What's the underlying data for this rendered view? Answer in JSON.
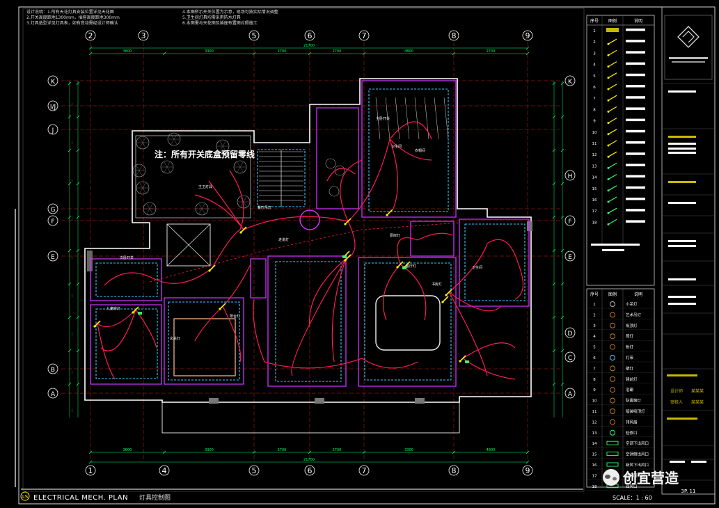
{
  "notes_left": [
    "设计说明：1.所有天花灯具安装位置详见天花图",
    "2.开关高度距地1300mm，插座高度距地300mm",
    "3.灯具选型详见灯具表，如有变动需经设计师确认"
  ],
  "notes_right": [
    "4.本图所示开关位置为示意，现场可按实际情况调整",
    "5.卫生间灯具均需采用防水灯具",
    "6.本图需与天花图及插座布置图对照施工"
  ],
  "grid_top": [
    "2",
    "3",
    "5",
    "6",
    "7",
    "8",
    "9"
  ],
  "grid_bottom": [
    "1",
    "4",
    "5",
    "6",
    "7",
    "8",
    "9"
  ],
  "grid_left": [
    "K",
    "I/J",
    "J",
    "G",
    "F",
    "E",
    "B",
    "A"
  ],
  "grid_right": [
    "K",
    "H",
    "F",
    "E",
    "D",
    "C",
    "A"
  ],
  "dims_top": [
    "3600",
    "3300",
    "2700",
    "2700",
    "4800",
    "2700"
  ],
  "dims_bottom": [
    "3600",
    "3300",
    "2700",
    "2700",
    "3300",
    "4800"
  ],
  "overall_dim": "21700",
  "annotation_main": "注：所有开关底盒预留零线",
  "room_tags": [
    "主卧开关",
    "卫生间",
    "衣帽间",
    "主卫灯具",
    "走道灯",
    "餐厅吊灯",
    "厨房灯",
    "客厅灯",
    "书房灯",
    "次卧开关",
    "儿童房灯",
    "阳台灯",
    "玄关灯",
    "卫生间"
  ],
  "title_en": "ELECTRICAL MECH. PLAN",
  "title_cn": "灯具控制图",
  "title_tag": "LS",
  "scale": "SCALE：1 : 60",
  "sheet_no": "3P. 11",
  "watermark": "创宜营造",
  "legend": {
    "headers": [
      "序号",
      "图例",
      "说明"
    ],
    "rows": [
      {
        "n": "1"
      },
      {
        "n": "2"
      },
      {
        "n": "3"
      },
      {
        "n": "4"
      },
      {
        "n": "5"
      },
      {
        "n": "6"
      },
      {
        "n": "7"
      },
      {
        "n": "8"
      },
      {
        "n": "9"
      },
      {
        "n": "10"
      },
      {
        "n": "11"
      },
      {
        "n": "12"
      },
      {
        "n": "13"
      },
      {
        "n": "14"
      },
      {
        "n": "15"
      },
      {
        "n": "16"
      },
      {
        "n": "17"
      },
      {
        "n": "18"
      }
    ]
  },
  "fixtures": {
    "headers": [
      "序号",
      "图例",
      "说明"
    ],
    "rows": [
      {
        "n": "1",
        "label": "小吊灯"
      },
      {
        "n": "2",
        "label": "艺术吊灯"
      },
      {
        "n": "3",
        "label": "吸顶灯"
      },
      {
        "n": "4",
        "label": "筒灯"
      },
      {
        "n": "5",
        "label": "射灯"
      },
      {
        "n": "6",
        "label": "灯带"
      },
      {
        "n": "7",
        "label": "壁灯"
      },
      {
        "n": "8",
        "label": "镜前灯"
      },
      {
        "n": "9",
        "label": "浴霸"
      },
      {
        "n": "10",
        "label": "防雾筒灯"
      },
      {
        "n": "11",
        "label": "暗装吸顶灯"
      },
      {
        "n": "12",
        "label": "排风扇"
      },
      {
        "n": "13",
        "label": "检修口"
      },
      {
        "n": "14",
        "label": "空调下出风口"
      },
      {
        "n": "15",
        "label": "空调侧出风口"
      },
      {
        "n": "16",
        "label": "新风下出风口"
      },
      {
        "n": "17",
        "label": "新风回风口"
      },
      {
        "n": "18",
        "label": "回风口"
      }
    ]
  },
  "titleblock": {
    "designer_label": "设计师",
    "designer_value": "某某某",
    "checker_label": "审核人",
    "checker_value": "某某某"
  },
  "colors": {
    "background": "#000000",
    "wall": "#ffffff",
    "partition": "#cc33ff",
    "ceiling": "#33ccff",
    "wiring": "#ff1a55",
    "switch": "#ffee00",
    "grid": "#ff3333",
    "dim": "#00ff66"
  }
}
